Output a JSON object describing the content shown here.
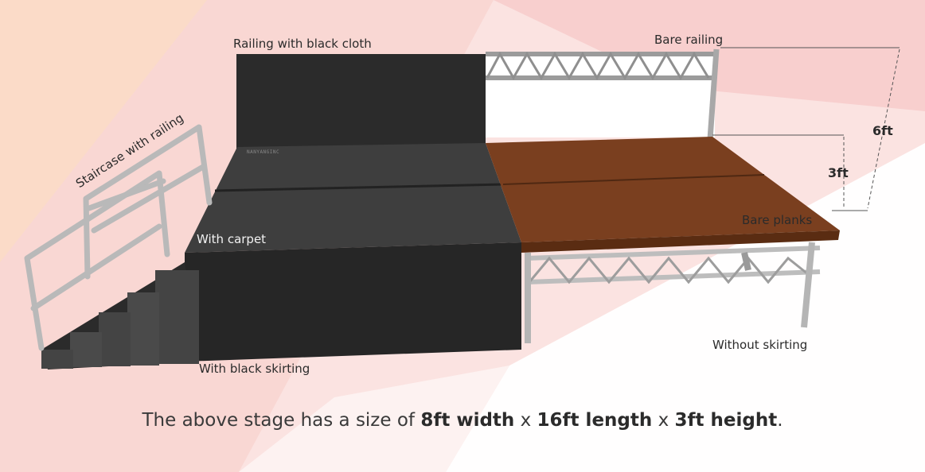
{
  "labels": {
    "railing_black_cloth": "Railing with black cloth",
    "bare_railing": "Bare railing",
    "staircase": "Staircase with railing",
    "with_carpet": "With carpet",
    "bare_planks": "Bare planks",
    "with_black_skirting": "With black skirting",
    "without_skirting": "Without skirting"
  },
  "dimensions": {
    "total_height": "6ft",
    "stage_height": "3ft"
  },
  "caption": {
    "prefix": "The above stage has a size of ",
    "width": "8ft width",
    "sep1": " x ",
    "length": "16ft length",
    "sep2": " x ",
    "height": "3ft height",
    "end": "."
  },
  "watermark": "NANYANGINC",
  "colors": {
    "background": "#fbe3e1",
    "black_cloth": "#2e2e2e",
    "carpet_top": "#3d3d3d",
    "plank": "#7a3f1f",
    "metal": "#c9c9c9",
    "text": "#2b2b2b"
  }
}
